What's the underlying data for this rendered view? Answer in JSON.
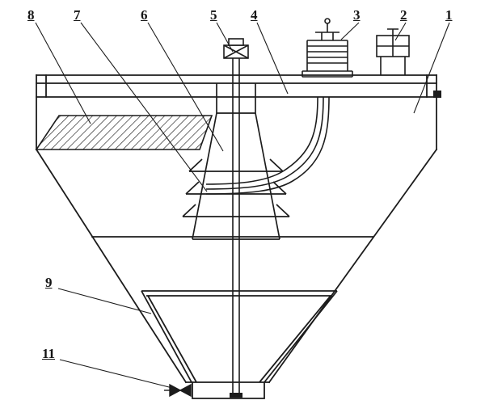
{
  "figure": {
    "type": "technical-sectional-diagram",
    "background_color": "#ffffff",
    "line_color": "#1c1c1c"
  },
  "labels": [
    {
      "id": "part-8",
      "text": "8"
    },
    {
      "id": "part-7",
      "text": "7"
    },
    {
      "id": "part-6",
      "text": "6"
    },
    {
      "id": "part-5",
      "text": "5"
    },
    {
      "id": "part-4",
      "text": "4"
    },
    {
      "id": "part-3",
      "text": "3"
    },
    {
      "id": "part-2",
      "text": "2"
    },
    {
      "id": "part-1",
      "text": "1"
    },
    {
      "id": "part-9",
      "text": "9"
    },
    {
      "id": "part-11",
      "text": "11"
    }
  ]
}
